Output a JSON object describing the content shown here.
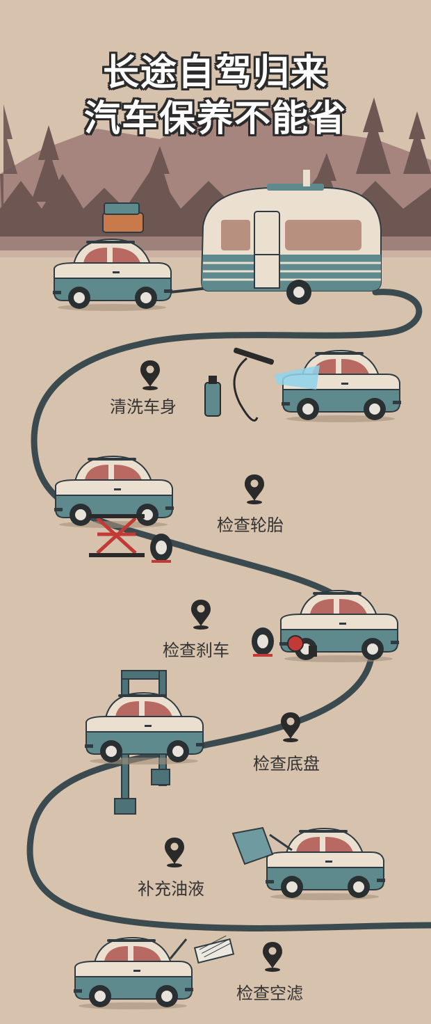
{
  "title": {
    "line1": "长途自驾归来",
    "line2": "汽车保养不能省"
  },
  "steps": [
    {
      "label": "清洗车身",
      "icon": "location-pin-icon"
    },
    {
      "label": "检查轮胎",
      "icon": "location-pin-icon"
    },
    {
      "label": "检查刹车",
      "icon": "location-pin-icon"
    },
    {
      "label": "检查底盘",
      "icon": "location-pin-icon"
    },
    {
      "label": "补充油液",
      "icon": "location-pin-icon"
    },
    {
      "label": "检查空滤",
      "icon": "location-pin-icon"
    }
  ],
  "colors": {
    "background": "#d6c2ad",
    "road": "#3b4a4f",
    "car_body": "#5e8a8e",
    "car_top": "#ebdfcf",
    "car_window": "#b86a62",
    "mountain": "#a5857e",
    "forest": "#6e5653"
  }
}
